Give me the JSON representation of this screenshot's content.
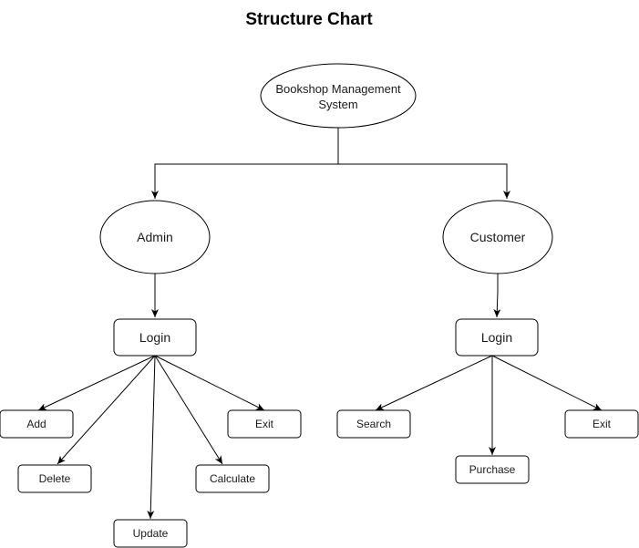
{
  "title": "Structure Chart",
  "colors": {
    "stroke": "#000000",
    "fill": "#ffffff",
    "text": "#1a1a1a"
  },
  "nodes": {
    "root": {
      "label_line1": "Bookshop Management",
      "label_line2": "System"
    },
    "admin": {
      "label": "Admin"
    },
    "customer": {
      "label": "Customer"
    },
    "admin_login": {
      "label": "Login"
    },
    "customer_login": {
      "label": "Login"
    },
    "admin_add": {
      "label": "Add"
    },
    "admin_delete": {
      "label": "Delete"
    },
    "admin_update": {
      "label": "Update"
    },
    "admin_calculate": {
      "label": "Calculate"
    },
    "admin_exit": {
      "label": "Exit"
    },
    "customer_search": {
      "label": "Search"
    },
    "customer_purchase": {
      "label": "Purchase"
    },
    "customer_exit": {
      "label": "Exit"
    }
  }
}
